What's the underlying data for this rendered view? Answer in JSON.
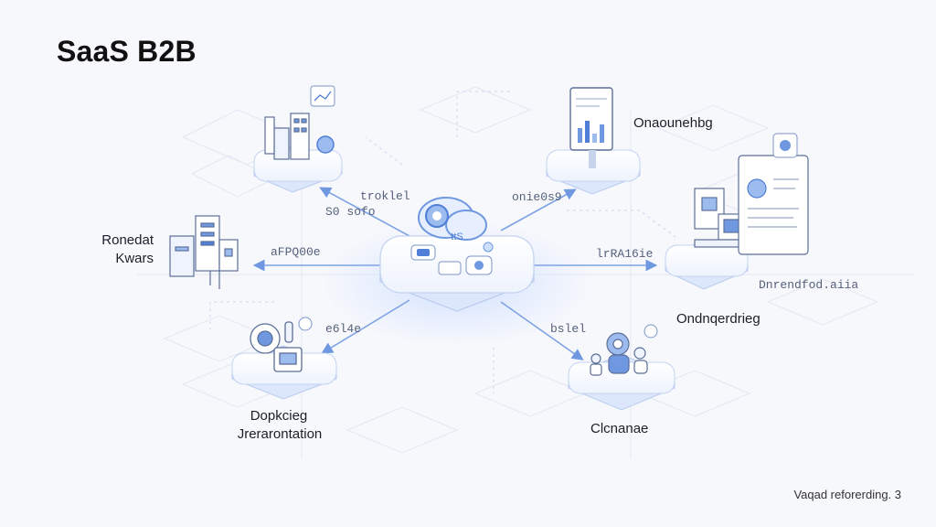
{
  "title": "SaaS B2B",
  "footer": "Vaqad reforerding. 3",
  "hub": {
    "tag": "ttS"
  },
  "nodes": {
    "top_left": {
      "label": ""
    },
    "top_right": {
      "label": "Onaounehbg"
    },
    "left": {
      "line1": "Ronedat",
      "line2": "Kwars"
    },
    "right": {
      "label": "Ondnqerdrieg",
      "sub": "Dnrendfod.aiia"
    },
    "bottom_left": {
      "line1": "Dopkcieg",
      "line2": "Jrerarontation"
    },
    "bottom_right": {
      "label": "Clcnanae"
    }
  },
  "edges": {
    "top_left": {
      "label1": "troklel",
      "label2": "S0 sofo"
    },
    "top_right": {
      "label": "onie0s9"
    },
    "left": {
      "label": "aFPQ00e"
    },
    "right": {
      "label": "lrRA16ie"
    },
    "bottom_left": {
      "label": "e6l4e"
    },
    "bottom_right": {
      "label": "bslel"
    }
  },
  "colors": {
    "accent": "#5b8de8",
    "line": "#8fb0e8",
    "platform": "#e9effc"
  }
}
